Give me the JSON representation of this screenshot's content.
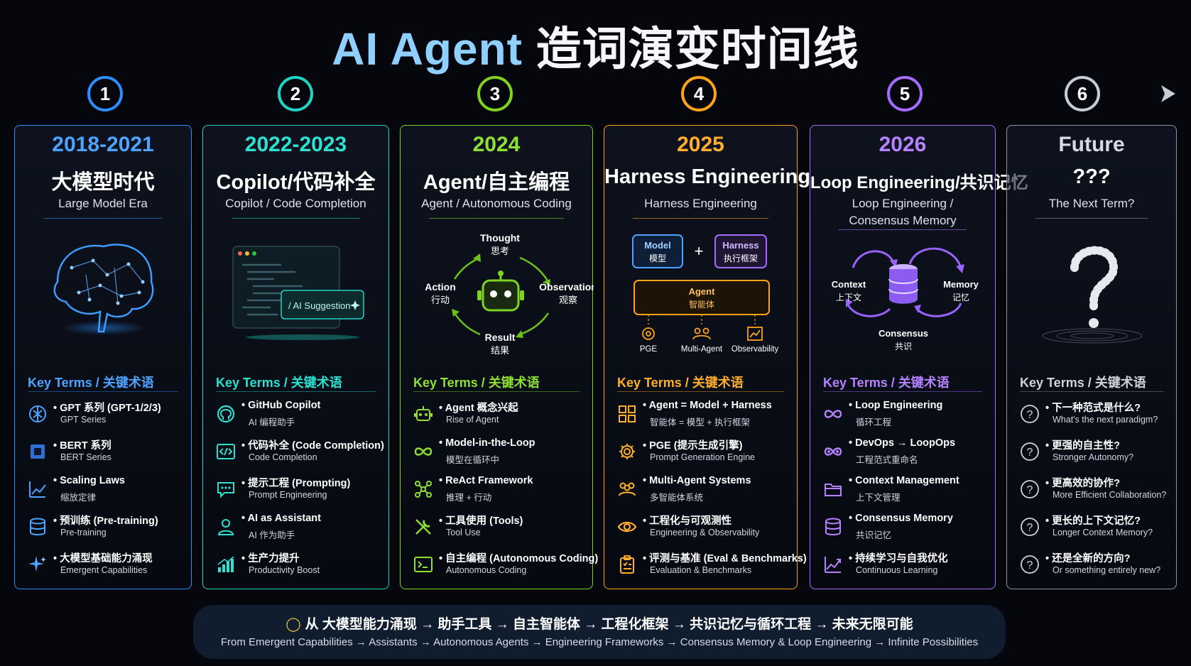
{
  "title": {
    "part1": "AI Agent",
    "part2": " 造词演变时间线"
  },
  "colors": {
    "blue": "#2f8cff",
    "teal": "#22d3c5",
    "green": "#7ed321",
    "orange": "#ffa21a",
    "purple": "#a66bff",
    "gray": "#a8b0bd"
  },
  "timeline": [
    {
      "num": "1"
    },
    {
      "num": "2"
    },
    {
      "num": "3"
    },
    {
      "num": "4"
    },
    {
      "num": "5"
    },
    {
      "num": "6"
    }
  ],
  "cards": [
    {
      "year": "2018-2021",
      "title_zh": "大模型时代",
      "title_en": "Large Model Era",
      "key_terms": "Key Terms / 关键术语",
      "terms": [
        {
          "icon": "openai-icon",
          "zh": "• GPT 系列 (GPT-1/2/3)",
          "en": "GPT Series"
        },
        {
          "icon": "chip-icon",
          "zh": "• BERT 系列",
          "en": "BERT Series"
        },
        {
          "icon": "chart-icon",
          "zh": "• Scaling Laws",
          "en": "缩放定律"
        },
        {
          "icon": "database-icon",
          "zh": "• 预训练 (Pre-training)",
          "en": "Pre-training"
        },
        {
          "icon": "sparkle-icon",
          "zh": "• 大模型基础能力涌现",
          "en": "Emergent Capabilities"
        }
      ]
    },
    {
      "year": "2022-2023",
      "title_zh": "Copilot/代码补全",
      "title_en": "Copilot / Code Completion",
      "key_terms": "Key Terms / 关键术语",
      "code_suggestion": "/ AI Suggestion",
      "terms": [
        {
          "icon": "github-icon",
          "zh": "• GitHub Copilot",
          "en": "AI 编程助手"
        },
        {
          "icon": "code-icon",
          "zh": "• 代码补全 (Code Completion)",
          "en": "Code Completion"
        },
        {
          "icon": "chat-icon",
          "zh": "• 提示工程 (Prompting)",
          "en": "Prompt Engineering"
        },
        {
          "icon": "user-icon",
          "zh": "• AI as Assistant",
          "en": "AI 作为助手"
        },
        {
          "icon": "growth-icon",
          "zh": "• 生产力提升",
          "en": "Productivity Boost"
        }
      ]
    },
    {
      "year": "2024",
      "title_zh": "Agent/自主编程",
      "title_en": "Agent / Autonomous Coding",
      "key_terms": "Key Terms / 关键术语",
      "cycle": {
        "thought": "Thought",
        "thought_zh": "思考",
        "observation": "Observation",
        "observation_zh": "观察",
        "result": "Result",
        "result_zh": "结果",
        "action": "Action",
        "action_zh": "行动"
      },
      "terms": [
        {
          "icon": "robot-icon",
          "zh": "• Agent 概念兴起",
          "en": "Rise of Agent"
        },
        {
          "icon": "infinity-icon",
          "zh": "• Model-in-the-Loop",
          "en": "模型在循环中"
        },
        {
          "icon": "nodes-icon",
          "zh": "• ReAct Framework",
          "en": "推理 + 行动"
        },
        {
          "icon": "tools-icon",
          "zh": "• 工具使用 (Tools)",
          "en": "Tool Use"
        },
        {
          "icon": "terminal-icon",
          "zh": "• 自主编程 (Autonomous Coding)",
          "en": "Autonomous Coding"
        }
      ]
    },
    {
      "year": "2025",
      "title_zh": "Harness Engineering",
      "title_en": "Harness Engineering",
      "key_terms": "Key Terms / 关键术语",
      "diagram": {
        "model": "Model",
        "model_zh": "模型",
        "plus": "+",
        "harness": "Harness",
        "harness_zh": "执行框架",
        "agent": "Agent",
        "agent_zh": "智能体",
        "pge": "PGE",
        "multi": "Multi-Agent",
        "obs": "Observability"
      },
      "terms": [
        {
          "icon": "blocks-icon",
          "zh": "• Agent = Model + Harness",
          "en": "智能体 = 模型 + 执行框架"
        },
        {
          "icon": "gear-icon",
          "zh": "• PGE (提示生成引擎)",
          "en": "Prompt Generation Engine"
        },
        {
          "icon": "team-icon",
          "zh": "• Multi-Agent Systems",
          "en": "多智能体系统"
        },
        {
          "icon": "eye-icon",
          "zh": "• 工程化与可观测性",
          "en": "Engineering & Observability"
        },
        {
          "icon": "clipboard-icon",
          "zh": "• 评测与基准 (Eval & Benchmarks)",
          "en": "Evaluation & Benchmarks"
        }
      ]
    },
    {
      "year": "2026",
      "title_zh": "Loop Engineering/共识记忆",
      "title_en": "Loop Engineering / Consensus Memory",
      "key_terms": "Key Terms / 关键术语",
      "loop": {
        "context": "Context",
        "context_zh": "上下文",
        "memory": "Memory",
        "memory_zh": "记忆",
        "consensus": "Consensus",
        "consensus_zh": "共识"
      },
      "terms": [
        {
          "icon": "infinity-icon",
          "zh": "• Loop Engineering",
          "en": "循环工程"
        },
        {
          "icon": "infinity-icon",
          "zh": "• DevOps → LoopOps",
          "en": "工程范式重命名"
        },
        {
          "icon": "folder-icon",
          "zh": "• Context Management",
          "en": "上下文管理"
        },
        {
          "icon": "database-icon",
          "zh": "• Consensus Memory",
          "en": "共识记忆"
        },
        {
          "icon": "growth-icon",
          "zh": "• 持续学习与自我优化",
          "en": "Continuous Learning"
        }
      ]
    },
    {
      "year": "Future",
      "title_zh": "???",
      "title_en": "The Next Term?",
      "key_terms": "Key Terms / 关键术语",
      "terms": [
        {
          "icon": "question-icon",
          "zh": "• 下一种范式是什么?",
          "en": "What's the next paradigm?"
        },
        {
          "icon": "question-icon",
          "zh": "• 更强的自主性?",
          "en": "Stronger Autonomy?"
        },
        {
          "icon": "question-icon",
          "zh": "• 更高效的协作?",
          "en": "More Efficient Collaboration?"
        },
        {
          "icon": "question-icon",
          "zh": "• 更长的上下文记忆?",
          "en": "Longer Context Memory?"
        },
        {
          "icon": "question-icon",
          "zh": "• 还是全新的方向?",
          "en": "Or something entirely new?"
        }
      ]
    }
  ],
  "footer": {
    "zh": "从 大模型能力涌现 → 助手工具 → 自主智能体 → 工程化框架 → 共识记忆与循环工程 → 未来无限可能",
    "en": "From Emergent Capabilities → Assistants → Autonomous Agents → Engineering Frameworks → Consensus Memory & Loop Engineering → Infinite Possibilities"
  }
}
